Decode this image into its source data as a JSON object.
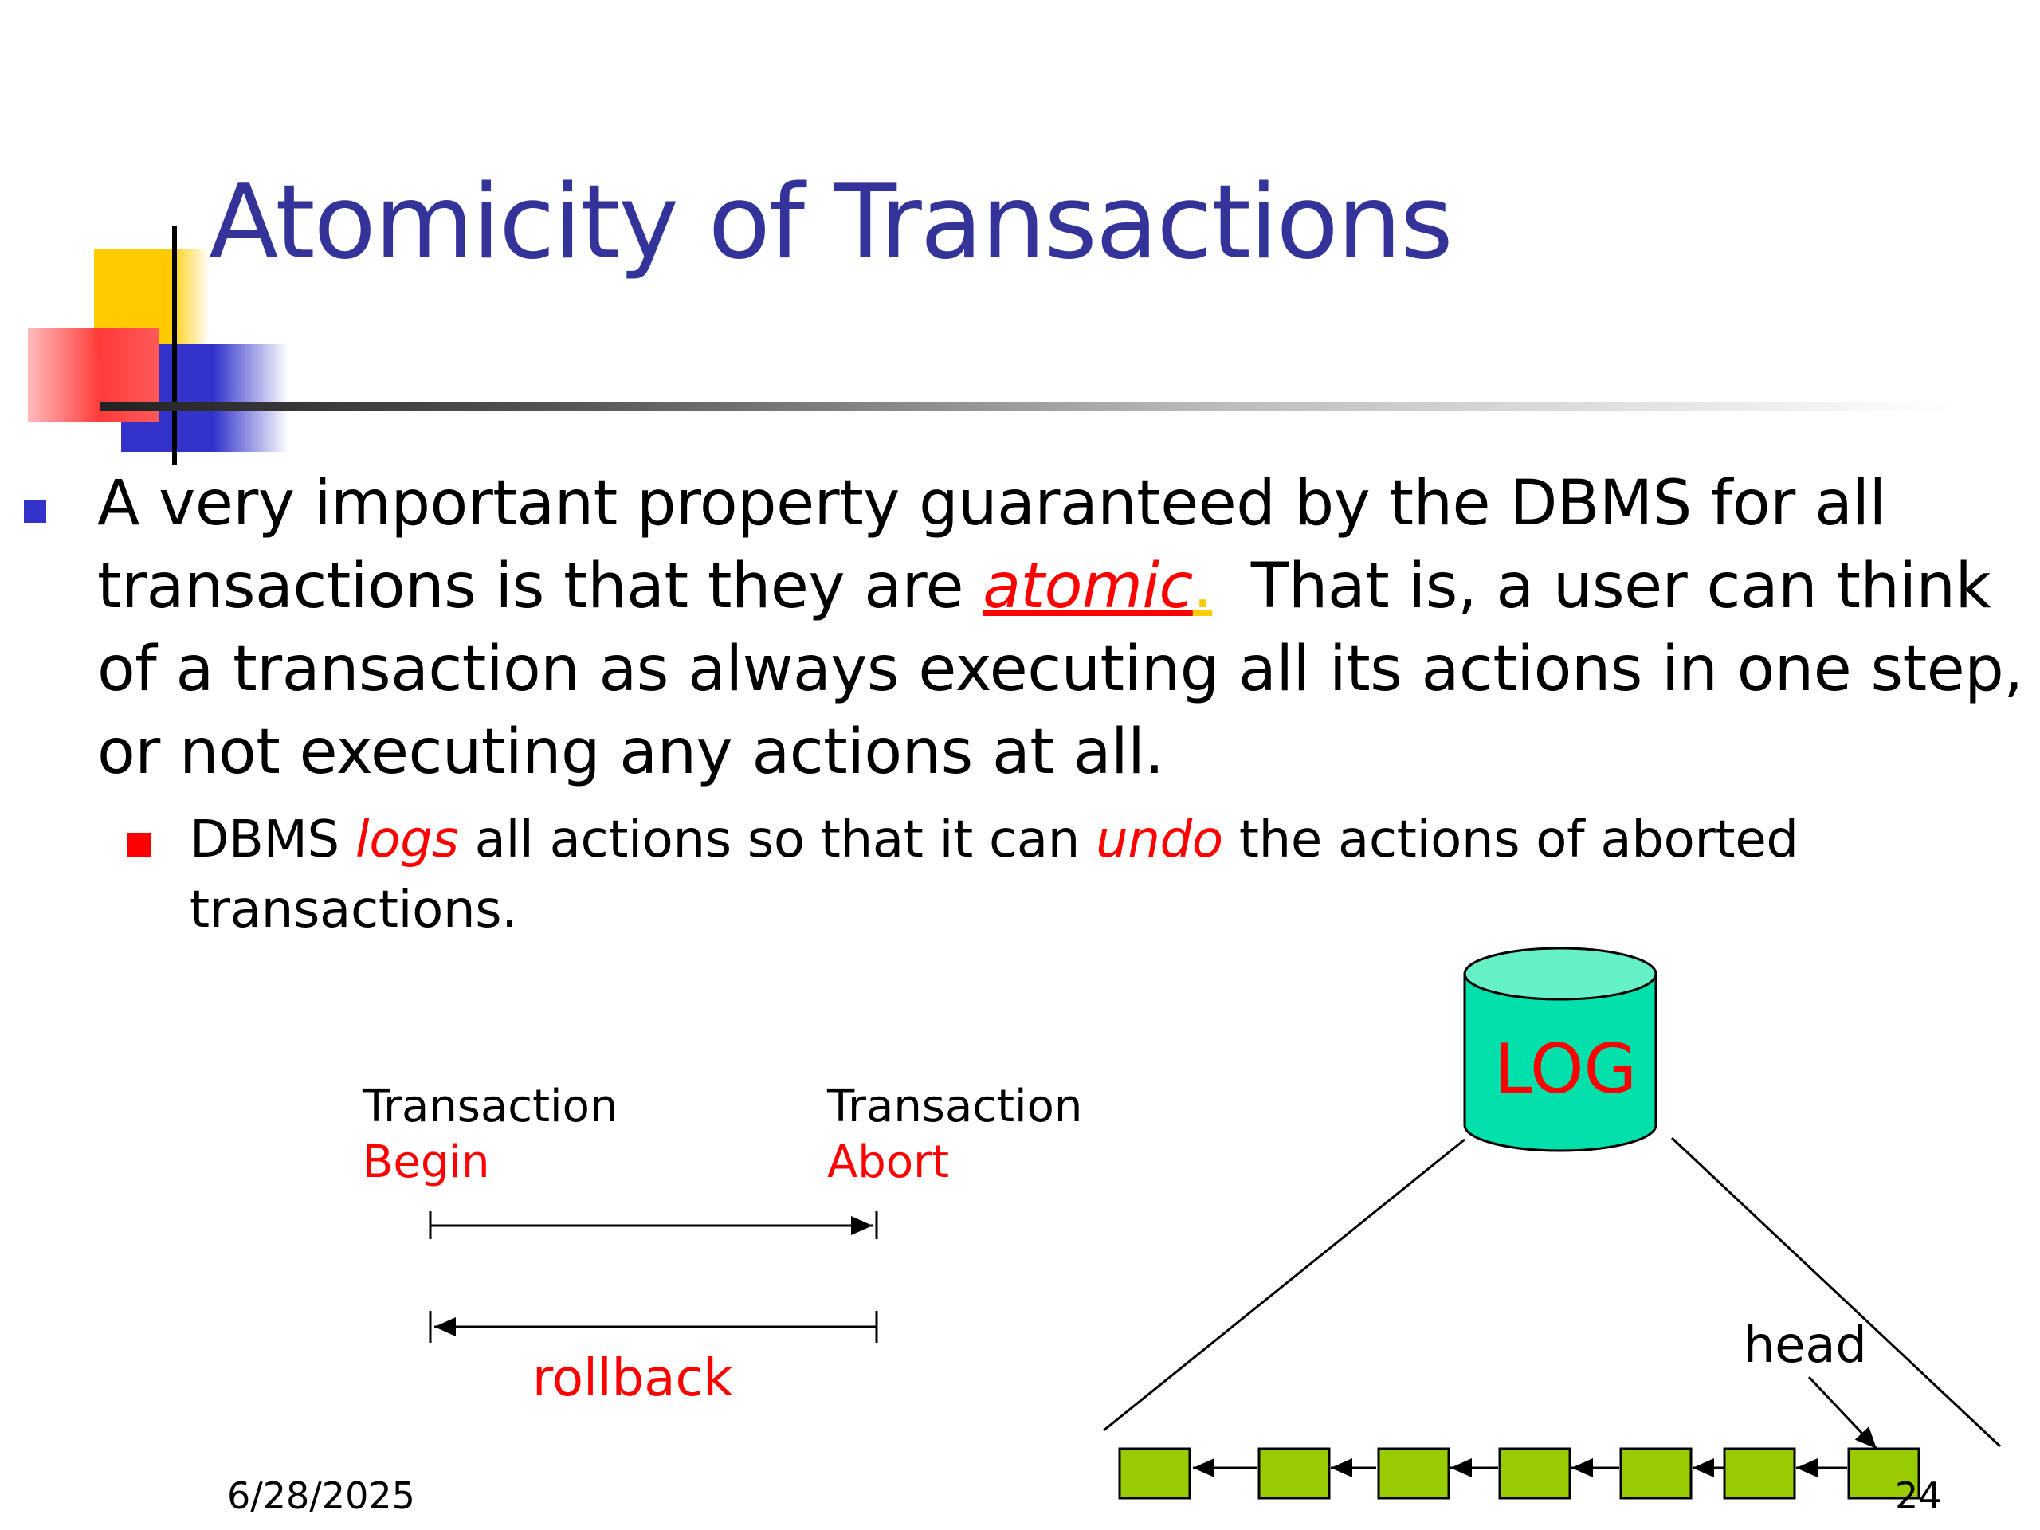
{
  "slide": {
    "title": "Atomicity of Transactions",
    "date": "6/28/2025",
    "page_number": "24"
  },
  "main_bullet": {
    "before_atomic": "A very important property guaranteed by the DBMS for all transactions is that they are ",
    "atomic": "atomic",
    "period": ".",
    "after_atomic": "  That is, a user can think of a transaction as always executing all its actions in one step, or not executing any actions at all."
  },
  "sub_bullet": {
    "part1": "DBMS ",
    "logs": "logs",
    "part2": " all actions so that it can ",
    "undo": "undo",
    "part3": " the actions of aborted transactions."
  },
  "timeline": {
    "begin_label_top": "Transaction",
    "begin_label_bottom": "Begin",
    "abort_label_top": "Transaction",
    "abort_label_bottom": "Abort",
    "rollback_label": "rollback"
  },
  "log_diagram": {
    "cylinder_label": "LOG",
    "head_label": "head",
    "record_count": 7,
    "record_color": "#99cc00",
    "cylinder_color": "#00e0aa"
  },
  "colors": {
    "title": "#333399",
    "highlight": "#ff0000",
    "period": "#ffcc00"
  }
}
